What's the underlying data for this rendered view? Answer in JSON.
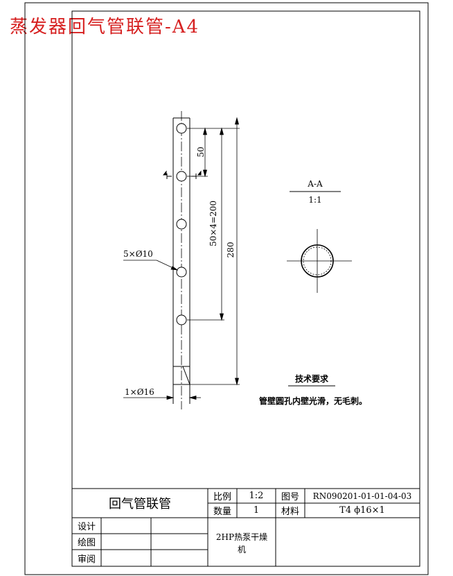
{
  "header": {
    "red_title": "蒸发器回气管联管-A4"
  },
  "drawing": {
    "dim_pitch": "50",
    "dim_span": "50×4=200",
    "dim_total": "280",
    "hole_callout": "5×Ø10",
    "bottom_callout": "1×Ø16",
    "section_label": "A-A",
    "section_scale": "1:1",
    "tech_title": "技术要求",
    "tech_note": "管壁圆孔内壁光滑，无毛刺。"
  },
  "title_block": {
    "part_name": "回气管联管",
    "scale_label": "比例",
    "scale_value": "1:2",
    "drawing_no_label": "图号",
    "drawing_no": "RN090201-01-01-04-03",
    "qty_label": "数量",
    "qty_value": "1",
    "material_label": "材料",
    "material_value": "T4  ϕ16×1",
    "design_label": "设计",
    "draw_label": "绘图",
    "review_label": "审阅",
    "product_line1": "2HP热泵干燥",
    "product_line2": "机"
  }
}
